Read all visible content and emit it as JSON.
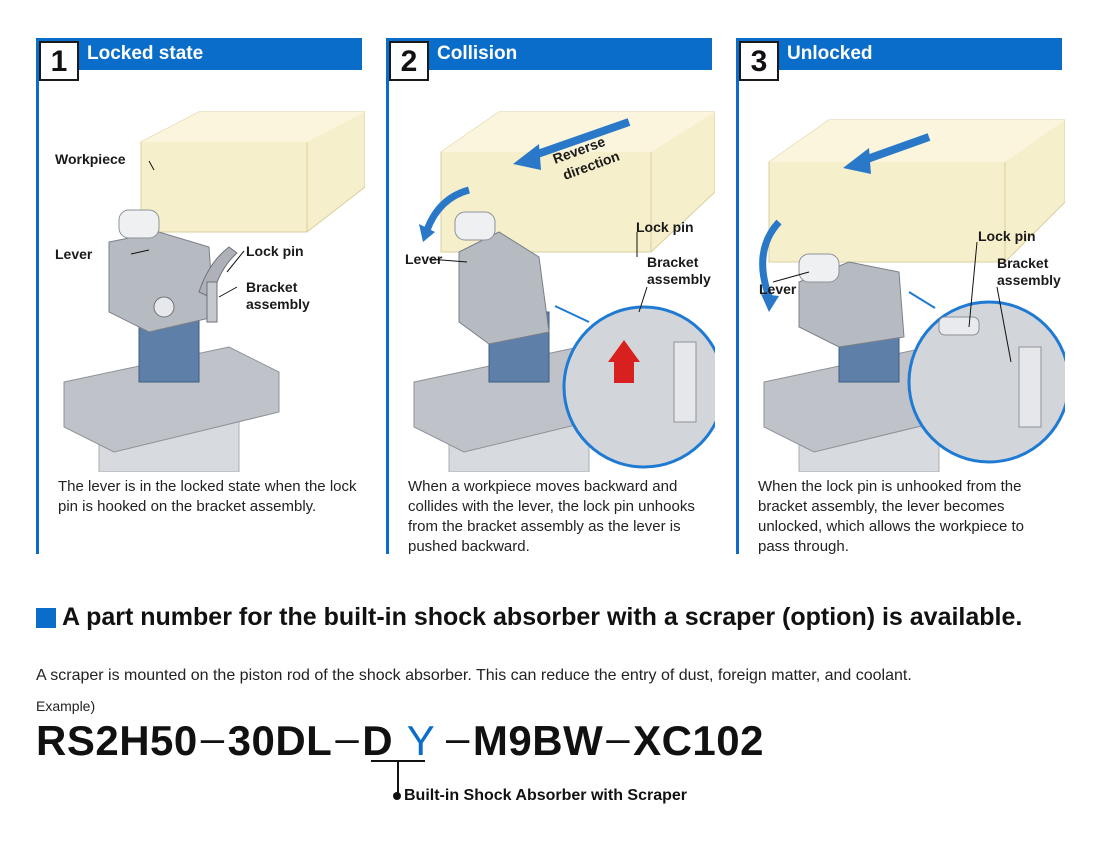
{
  "panels": [
    {
      "number": "1",
      "title": "Locked state",
      "labels": {
        "workpiece": "Workpiece",
        "lever": "Lever",
        "lock_pin": "Lock pin",
        "bracket_1": "Bracket",
        "bracket_2": "assembly"
      },
      "description": "The lever is in the locked state when the lock pin is hooked on the bracket assembly."
    },
    {
      "number": "2",
      "title": "Collision",
      "labels": {
        "reverse_1": "Reverse",
        "reverse_2": "direction",
        "lever": "Lever",
        "lock_pin": "Lock pin",
        "bracket_1": "Bracket",
        "bracket_2": "assembly"
      },
      "description": "When a workpiece moves backward and collides with the lever, the lock pin unhooks from the bracket assembly as the lever is pushed backward."
    },
    {
      "number": "3",
      "title": "Unlocked",
      "labels": {
        "lever": "Lever",
        "lock_pin": "Lock pin",
        "bracket_1": "Bracket",
        "bracket_2": "assembly"
      },
      "description": "When the lock pin is unhooked from the bracket assembly, the lever becomes unlocked, which allows the workpiece to pass through."
    }
  ],
  "option": {
    "heading": "A part number for the built-in shock absorber with a scraper (option) is available.",
    "text": "A scraper is mounted on the piston rod of the shock absorber. This can reduce the entry of dust, foreign matter, and coolant.",
    "example_label": "Example)",
    "part_number": [
      "RS2H50",
      "30DL",
      "D",
      "Y",
      "M9BW",
      "XC102"
    ],
    "dash": "–",
    "y_label": "Built-in Shock Absorber with Scraper"
  },
  "colors": {
    "accent": "#0a6dc9",
    "workpiece": "#f6efcb",
    "body": "#c9ccd2"
  }
}
